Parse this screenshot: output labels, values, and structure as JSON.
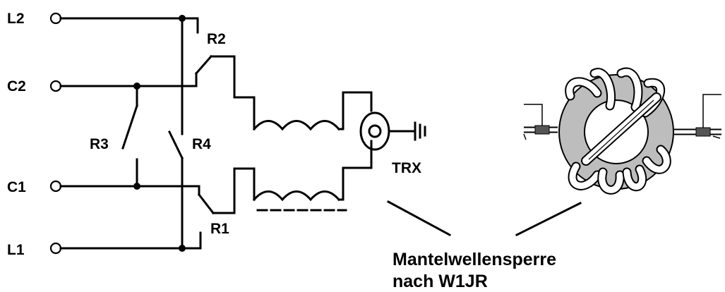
{
  "terminals": {
    "l2": "L2",
    "c2": "C2",
    "c1": "C1",
    "l1": "L1"
  },
  "relays": {
    "r1": "R1",
    "r2": "R2",
    "r3": "R3",
    "r4": "R4"
  },
  "trx_label": "TRX",
  "caption": {
    "line1": "Mantelwellensperre",
    "line2": "nach W1JR"
  },
  "colors": {
    "ink": "#000000",
    "toroid": "#bdbdbd",
    "cable": "#ffffff",
    "background": "#ffffff"
  }
}
